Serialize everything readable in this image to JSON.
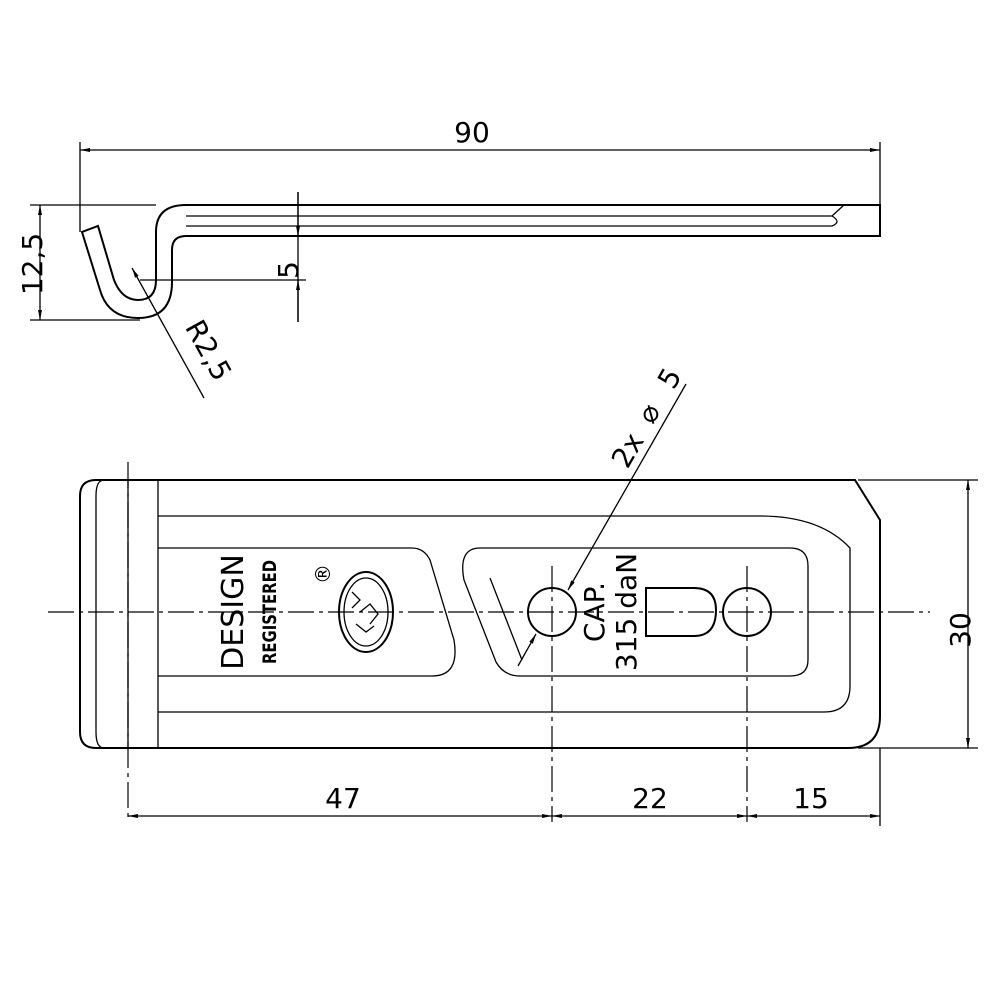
{
  "dimensions": {
    "overall_length": "90",
    "height_side": "12,5",
    "hook_depth": "5",
    "bend_radius": "R2,5",
    "hole_spec": "2x",
    "hole_diameter": "5",
    "width": "30",
    "hole1_offset": "47",
    "hole_spacing": "22",
    "end_distance": "15"
  },
  "markings": {
    "design": "DESIGN",
    "registered": "REGISTERED",
    "registered_mark": "®",
    "capacity_label": "CAP.",
    "capacity_value": "315 daN"
  },
  "icons": {
    "diameter_symbol": "⌀",
    "logo": "brand-logo"
  }
}
